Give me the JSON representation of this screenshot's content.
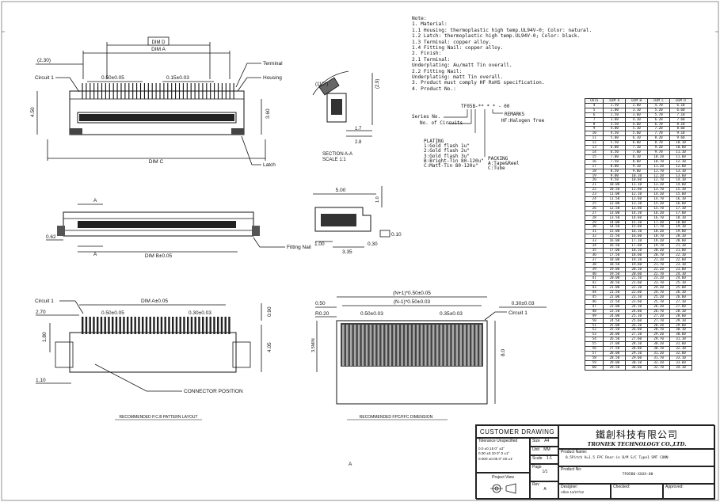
{
  "drawing": {
    "top_view": {
      "dim_d": "DIM D",
      "dim_a": "DIM A",
      "dim_c": "DIM C",
      "offset": "(2.30)",
      "pitch": "0.50±0.05",
      "pitch2": "0.15±0.03",
      "height": "4.50",
      "depth": "3.60",
      "circuit1": "Circuit 1",
      "terminal": "Terminal",
      "housing": "Housing",
      "latch": "Latch"
    },
    "section": {
      "angle": "(110°)",
      "height": "(2.9)",
      "d1": "1.7",
      "d2": "2.8",
      "label1": "SECTION A-A",
      "label2": "SCALE   1:1"
    },
    "front_view": {
      "a_mark": "A",
      "dim_b": "DIM B±0.05",
      "offset": "0.62",
      "fitting": "Fitting Nail"
    },
    "side_view": {
      "width": "5.00",
      "height": "1.0",
      "d1": "1.00",
      "d2": "3.35",
      "d3": "0.30",
      "flat": "0.10"
    },
    "pcb_layout": {
      "circuit1": "Circuit 1",
      "dim_a": "DIM A±0.05",
      "offset": "2.70",
      "pitch": "0.50±0.05",
      "pitch2": "0.30±0.03",
      "h1": "1.80",
      "h2": "4.05",
      "right": "0.90",
      "bottom": "1.10",
      "position": "CONNECTOR POSITION",
      "caption": "RECOMMENDED P.C.B PATTERN LAYOUT"
    },
    "fpc_layout": {
      "top1": "(N+1)*0.50±0.05",
      "top2": "(N-1)*0.50±0.03",
      "left1": "0.50",
      "left2": "R0.20",
      "pitch": "0.50±0.03",
      "pitch2": "0.35±0.03",
      "right": "0.30±0.03",
      "circuit1": "Circuit 1",
      "side": "3.5MIN",
      "height": "8.0",
      "caption": "RECOMMENDED FPC/FFC DIMENSION"
    },
    "corner_mark": "A"
  },
  "notes": [
    "Note:",
    "1. Material:",
    "  1.1 Housing: thermoplastic high temp.UL94V-0; Color: natural.",
    "  1.2 Latch: thermoplastic high temp.UL94V-0; Color: black.",
    "  1.3 Terminal: copper alloy.",
    "  1.4 Fitting Nail: copper alloy.",
    "2. Finish:",
    "  2.1 Terminal:",
    "      Underplating: Au/matt Tin overall.",
    "  2.2 Fitting Nail:",
    "      Underplating: matt Tin overall.",
    "3. Product must comply HF RoHS specification.",
    "4. Product No.:"
  ],
  "partno": {
    "code": "TF05B-** * * - 00",
    "series": "Series No.",
    "circuits": "No. of Circuits",
    "remarks1": "REMARKS",
    "remarks2": "HF:Halogen free",
    "plating_title": "PLATING",
    "plating": [
      "1:Gold flash 1u\"",
      "2:Gold flash 2u\"",
      "3:Gold flash 3u\"",
      "B:Bright-Tin 80-120u\"",
      "C:Matt-Tin 80-120u\""
    ],
    "packing_title": "PACKING",
    "packing": [
      "A:Tape&Reel",
      "C:Tube"
    ]
  },
  "dim_table": {
    "headers": [
      "CKTS",
      "DIM A",
      "DIM B",
      "DIM C",
      "DIM D"
    ],
    "rows": [
      [
        "4",
        "1.50",
        "2.60",
        "4.70",
        "6.10"
      ],
      [
        "5",
        "2.00",
        "3.10",
        "5.20",
        "6.60"
      ],
      [
        "6",
        "2.50",
        "3.60",
        "5.70",
        "7.10"
      ],
      [
        "7",
        "3.00",
        "4.10",
        "6.20",
        "7.60"
      ],
      [
        "8",
        "3.50",
        "4.60",
        "6.70",
        "8.10"
      ],
      [
        "9",
        "4.00",
        "5.10",
        "7.20",
        "8.60"
      ],
      [
        "10",
        "4.50",
        "5.60",
        "7.70",
        "9.10"
      ],
      [
        "11",
        "5.00",
        "6.10",
        "8.20",
        "9.60"
      ],
      [
        "12",
        "5.50",
        "6.60",
        "8.70",
        "10.10"
      ],
      [
        "13",
        "6.00",
        "7.10",
        "9.20",
        "10.60"
      ],
      [
        "14",
        "6.50",
        "7.60",
        "9.70",
        "11.10"
      ],
      [
        "15",
        "7.00",
        "8.10",
        "10.20",
        "11.60"
      ],
      [
        "16",
        "7.50",
        "8.60",
        "10.70",
        "12.10"
      ],
      [
        "17",
        "8.00",
        "9.10",
        "11.20",
        "12.60"
      ],
      [
        "18",
        "8.50",
        "9.60",
        "11.70",
        "13.10"
      ],
      [
        "19",
        "9.00",
        "10.10",
        "12.20",
        "13.60"
      ],
      [
        "20",
        "9.50",
        "10.60",
        "12.70",
        "14.10"
      ],
      [
        "21",
        "10.00",
        "11.10",
        "13.20",
        "14.60"
      ],
      [
        "22",
        "10.50",
        "11.60",
        "13.70",
        "15.10"
      ],
      [
        "23",
        "11.00",
        "12.10",
        "14.20",
        "15.60"
      ],
      [
        "24",
        "11.50",
        "12.60",
        "14.70",
        "16.10"
      ],
      [
        "25",
        "12.00",
        "13.10",
        "15.20",
        "16.60"
      ],
      [
        "26",
        "12.50",
        "13.60",
        "15.70",
        "17.10"
      ],
      [
        "27",
        "13.00",
        "14.10",
        "16.20",
        "17.60"
      ],
      [
        "28",
        "13.50",
        "14.60",
        "16.70",
        "18.10"
      ],
      [
        "29",
        "14.00",
        "15.10",
        "17.20",
        "18.60"
      ],
      [
        "30",
        "14.50",
        "15.60",
        "17.70",
        "19.10"
      ],
      [
        "31",
        "15.00",
        "16.10",
        "18.20",
        "19.60"
      ],
      [
        "32",
        "15.50",
        "16.60",
        "18.70",
        "20.10"
      ],
      [
        "33",
        "16.00",
        "17.10",
        "19.20",
        "20.60"
      ],
      [
        "34",
        "16.50",
        "17.60",
        "19.70",
        "21.10"
      ],
      [
        "35",
        "17.00",
        "18.10",
        "20.20",
        "21.60"
      ],
      [
        "36",
        "17.50",
        "18.60",
        "20.70",
        "22.10"
      ],
      [
        "37",
        "18.00",
        "19.10",
        "21.20",
        "22.60"
      ],
      [
        "38",
        "18.50",
        "19.60",
        "21.70",
        "23.10"
      ],
      [
        "39",
        "19.00",
        "20.10",
        "22.20",
        "23.60"
      ],
      [
        "40",
        "19.50",
        "20.60",
        "22.70",
        "24.10"
      ],
      [
        "41",
        "20.00",
        "21.10",
        "23.20",
        "24.60"
      ],
      [
        "42",
        "20.50",
        "21.60",
        "23.70",
        "25.10"
      ],
      [
        "43",
        "21.00",
        "22.10",
        "24.20",
        "25.60"
      ],
      [
        "44",
        "21.50",
        "22.60",
        "24.70",
        "26.10"
      ],
      [
        "45",
        "22.00",
        "23.10",
        "25.20",
        "26.60"
      ],
      [
        "46",
        "22.50",
        "23.60",
        "25.70",
        "27.10"
      ],
      [
        "47",
        "23.00",
        "24.10",
        "26.20",
        "27.60"
      ],
      [
        "48",
        "23.50",
        "24.60",
        "26.70",
        "28.10"
      ],
      [
        "49",
        "24.00",
        "25.10",
        "27.20",
        "28.60"
      ],
      [
        "50",
        "24.50",
        "25.60",
        "27.70",
        "29.10"
      ],
      [
        "51",
        "25.00",
        "26.10",
        "28.20",
        "29.60"
      ],
      [
        "52",
        "25.50",
        "26.60",
        "28.70",
        "30.10"
      ],
      [
        "53",
        "26.00",
        "27.10",
        "29.20",
        "30.60"
      ],
      [
        "54",
        "26.50",
        "27.60",
        "29.70",
        "31.10"
      ],
      [
        "55",
        "27.00",
        "28.10",
        "30.20",
        "31.60"
      ],
      [
        "56",
        "27.50",
        "28.60",
        "30.70",
        "32.10"
      ],
      [
        "57",
        "28.00",
        "29.10",
        "31.20",
        "32.60"
      ],
      [
        "58",
        "28.50",
        "29.60",
        "31.70",
        "33.10"
      ],
      [
        "59",
        "29.00",
        "30.10",
        "32.20",
        "33.60"
      ],
      [
        "60",
        "29.50",
        "30.60",
        "32.70",
        "34.10"
      ]
    ]
  },
  "title_block": {
    "customer_drawing": "CUSTOMER DRAWING",
    "tolerance_label": "Tolerance Unspecified",
    "tol_lines": [
      "0.0  ±0.15  0°   ±3°",
      "0.00  ±0.10  0°.0 ±1°",
      "0.000 ±0.05  0°.00 ±1'"
    ],
    "size_label": "Size",
    "size_value": "A4",
    "unit_label": "Unit",
    "unit_value": "MM",
    "scale_label": "Scale",
    "scale_value": "1:1",
    "project_view": "Project View",
    "page_label": "Page",
    "page_value": "1/1",
    "rev_label": "Rev",
    "rev_value": "A",
    "company_cn": "鐵創科技有限公司",
    "company_en": "TRONIEK TECHNOLOGY CO.,LTD.",
    "product_name_label": "Product Name:",
    "product_name": "0.5Pitch H=1.5 FPC Rear-in B/M S/C Type1 SMT CONN",
    "product_no_label": "Product No:",
    "product_no": "TF05B6-XXXX-00",
    "designer_label": "Designer:",
    "designer": "Allen 11/27/12",
    "checked_label": "Checked:",
    "approved_label": "Approved:"
  }
}
